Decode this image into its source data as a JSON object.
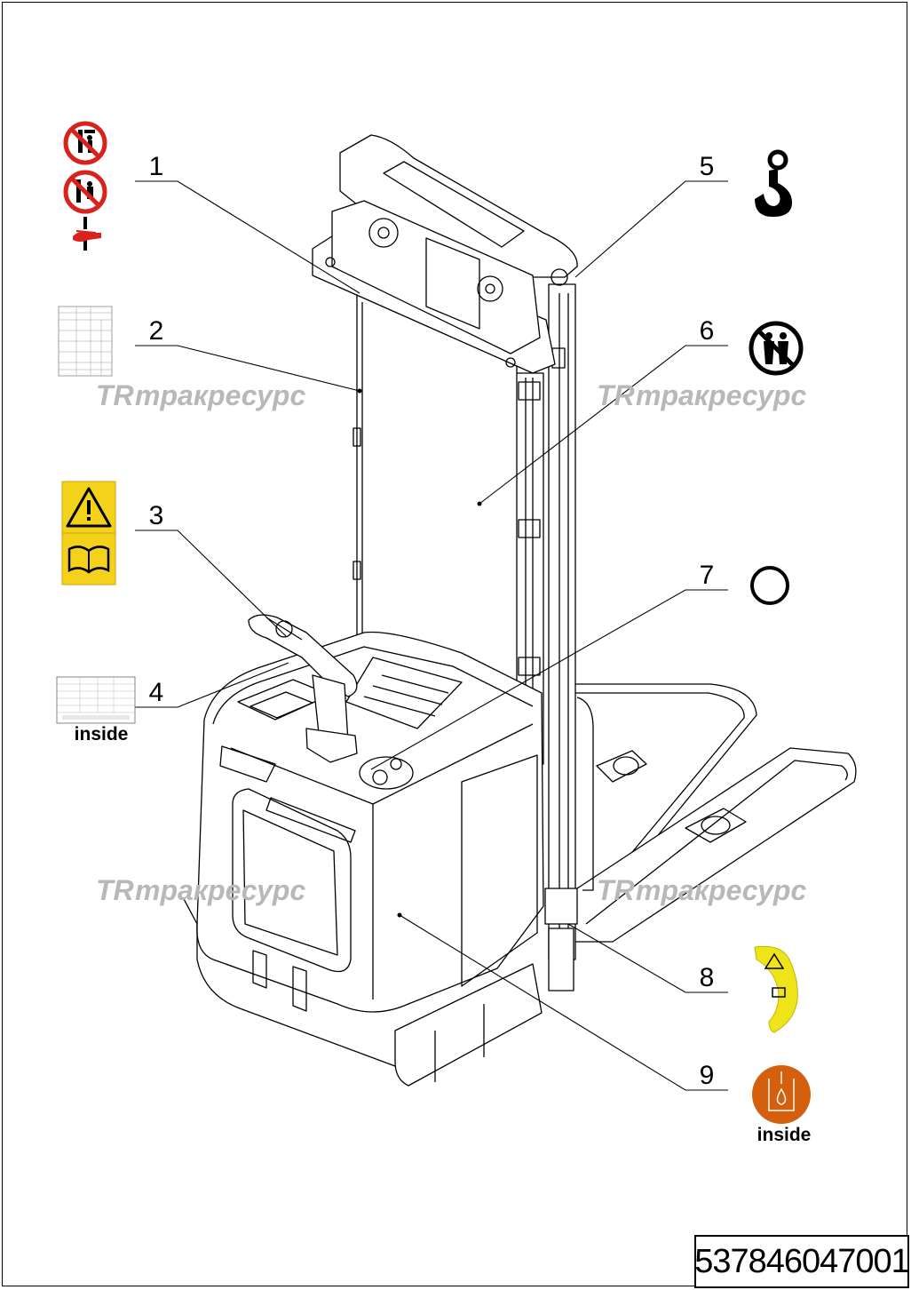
{
  "document": {
    "part_number": "537846047001"
  },
  "watermark": {
    "text": "тракресурс",
    "logo": "TR"
  },
  "callouts": [
    {
      "number": "1"
    },
    {
      "number": "2"
    },
    {
      "number": "3"
    },
    {
      "number": "4",
      "note": "inside"
    },
    {
      "number": "5"
    },
    {
      "number": "6"
    },
    {
      "number": "7"
    },
    {
      "number": "8"
    },
    {
      "number": "9",
      "note": "inside"
    }
  ],
  "decals": {
    "no_standing_icon": "no-riding-under-load-icon",
    "no_passenger_icon": "no-passenger-icon",
    "crush_hazard_icon": "hand-crush-hazard-icon",
    "capacity_table_icon": "capacity-chart-icon",
    "warning_manual_icon": "warning-read-manual-icon",
    "nameplate_icon": "nameplate-icon",
    "hook_icon": "lifting-hook-icon",
    "no_people_icon": "no-people-on-forks-icon",
    "circle_icon": "circle-marker-icon",
    "yellow_warning_icon": "yellow-warning-curved-icon",
    "oil_icon": "hydraulic-oil-icon"
  },
  "colors": {
    "prohibition_red": "#d8221e",
    "warning_yellow": "#f4d21b",
    "sticker_yellow": "#efe41a",
    "oil_orange": "#d4600e",
    "watermark_grey": "#b8b8b8"
  }
}
